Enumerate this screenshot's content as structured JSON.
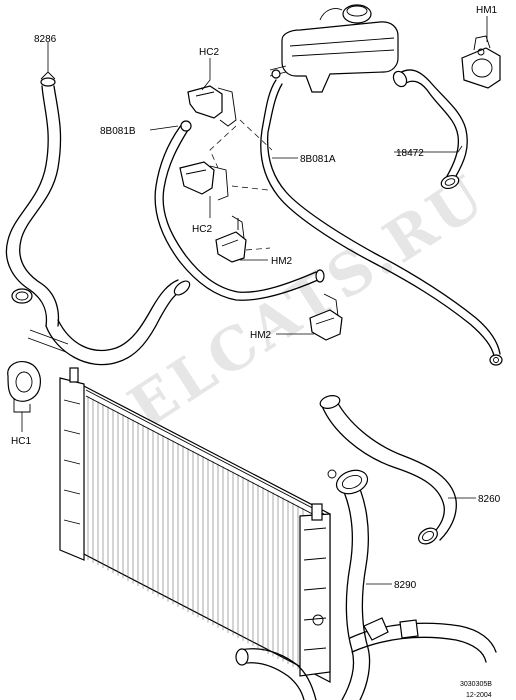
{
  "watermark": "ELCATS.RU",
  "labels": {
    "p8286": "8286",
    "hc2_top": "HC2",
    "hm1": "HM1",
    "p8b081b": "8B081B",
    "p8b081a": "8B081A",
    "p18472": "18472",
    "hc2_mid": "HC2",
    "hm2_mid": "HM2",
    "hm2_low": "HM2",
    "hc1": "HC1",
    "p8260": "8260",
    "p8290": "8290"
  },
  "drawing_ref": {
    "code": "3030305B",
    "date": "12-2004"
  }
}
